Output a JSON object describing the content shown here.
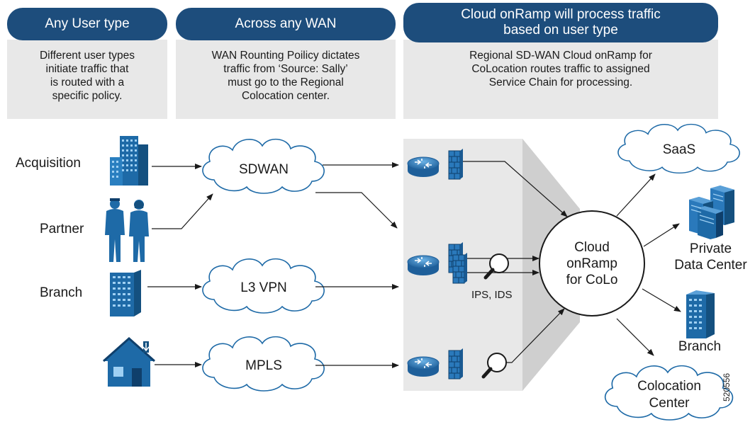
{
  "columns": [
    {
      "title": "Any User type",
      "desc": "Different user types\ninitiate traffic that\nis routed with a\nspecific policy."
    },
    {
      "title": "Across any WAN",
      "desc": "WAN Rounting Poilicy dictates\ntraffic from ‘Source: Sally’\nmust go to the Regional\nColocation center."
    },
    {
      "title": "Cloud onRamp will process traffic\nbased on user type",
      "desc": "Regional SD-WAN Cloud onRamp for\nCoLocation routes traffic to assigned\nService Chain for processing."
    }
  ],
  "users": {
    "acquisition": "Acquisition",
    "partner": "Partner",
    "branch": "Branch"
  },
  "wans": {
    "sdwan": "SDWAN",
    "l3vpn": "L3 VPN",
    "mpls": "MPLS"
  },
  "hub": {
    "label": "Cloud\nonRamp\nfor CoLo"
  },
  "ips_ids_label": "IPS, IDS",
  "destinations": {
    "saas": "SaaS",
    "private_dc": "Private\nData Center",
    "branch": "Branch",
    "colocation": "Colocation\nCenter"
  },
  "figure_id": "520556",
  "colors": {
    "header_blue": "#1d4d7c",
    "panel_gray": "#e8e8e8",
    "icon_blue": "#1e6aa7",
    "icon_blue_light": "#5aa0d8"
  }
}
